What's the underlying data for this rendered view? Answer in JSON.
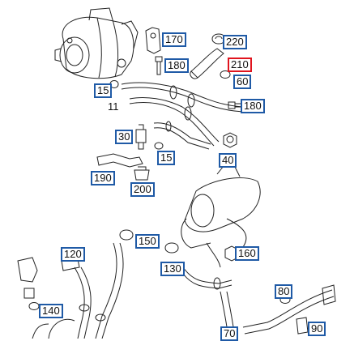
{
  "callouts": {
    "c170": "170",
    "c220": "220",
    "c180a": "180",
    "c210": "210",
    "c60": "60",
    "c15a": "15",
    "c180b": "180",
    "c30": "30",
    "c15b": "15",
    "c40": "40",
    "c190": "190",
    "c200": "200",
    "c120": "120",
    "c150": "150",
    "c160": "160",
    "c130": "130",
    "c80": "80",
    "c140": "140",
    "c70": "70",
    "c90": "90"
  },
  "plain_labels": {
    "l11": "11"
  },
  "colors": {
    "callout_border": "#1f5aa6",
    "selected_border": "#e0141e",
    "line": "#222222"
  },
  "selected_callout": "210"
}
